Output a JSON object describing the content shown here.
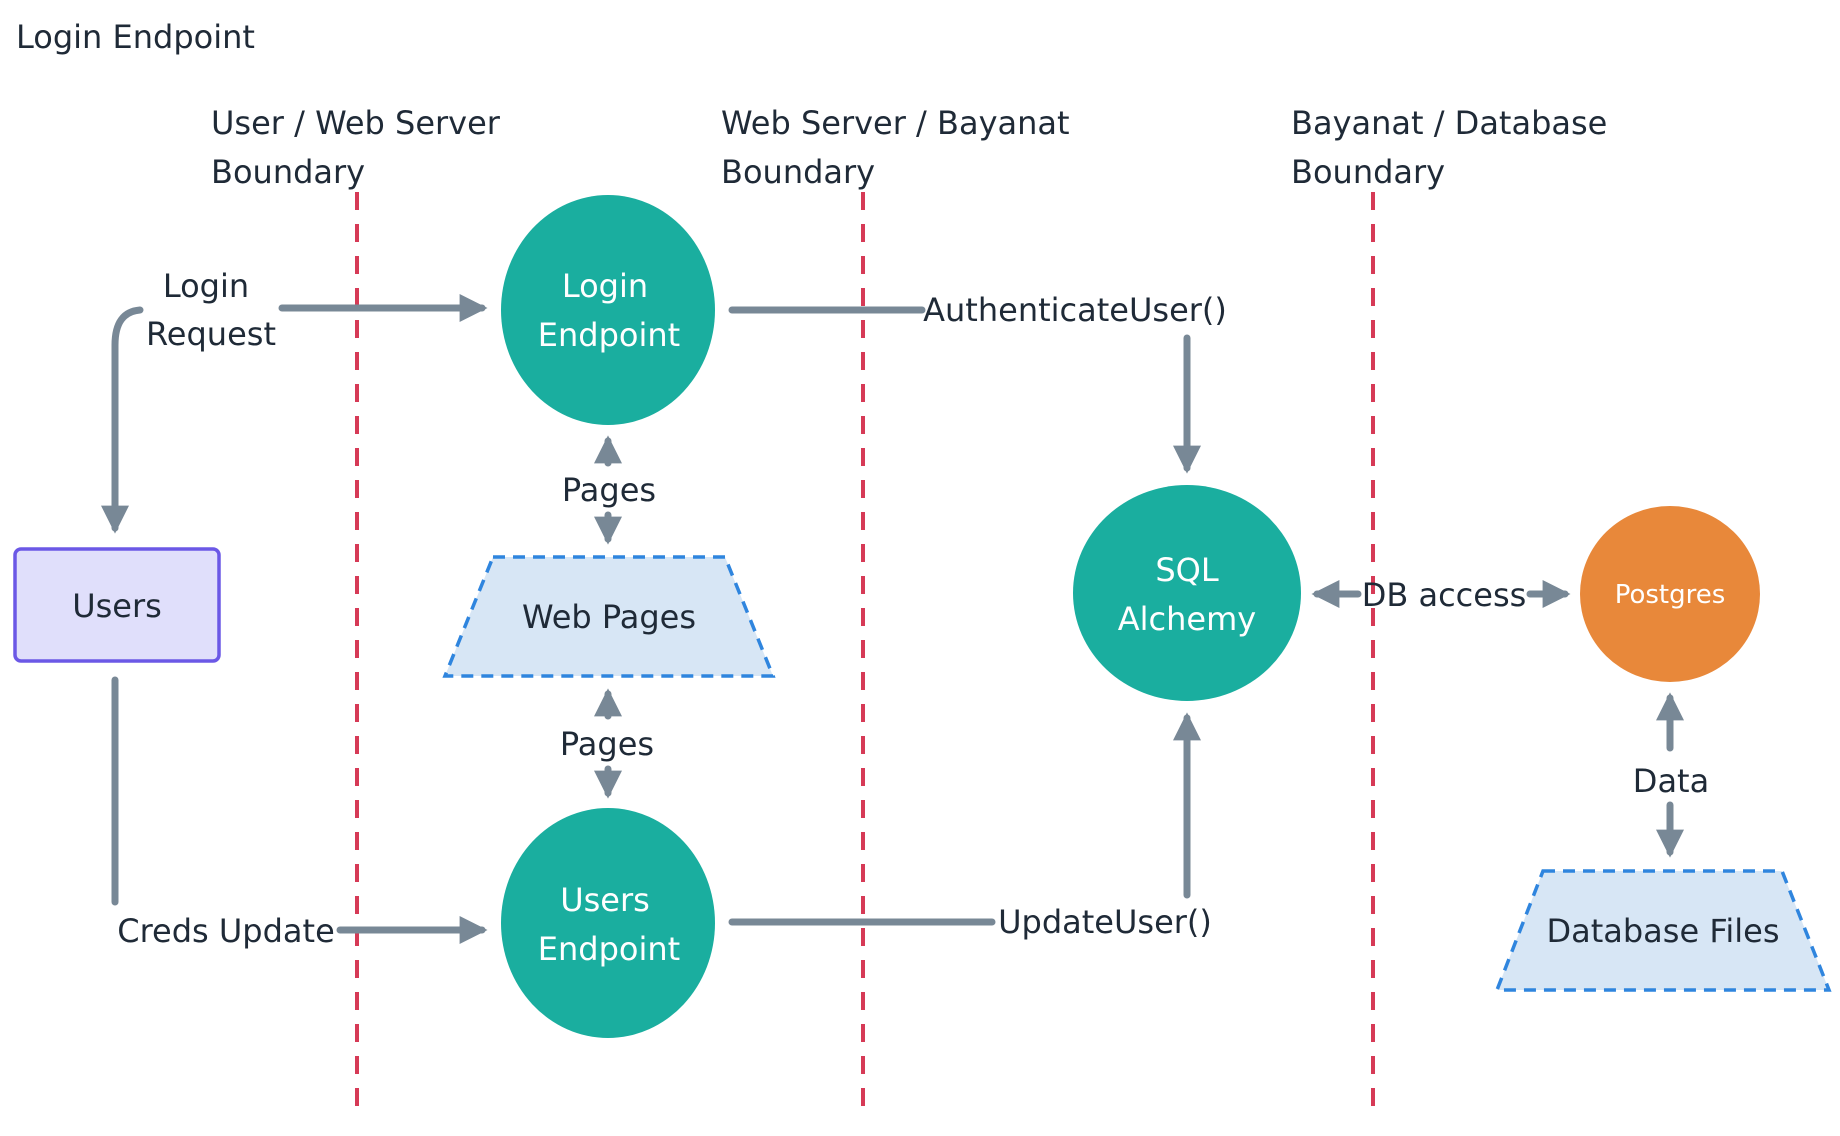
{
  "title": "Login Endpoint",
  "boundaries": [
    {
      "line1": "User / Web Server",
      "line2": "Boundary"
    },
    {
      "line1": "Web Server / Bayanat",
      "line2": "Boundary"
    },
    {
      "line1": "Bayanat / Database",
      "line2": "Boundary"
    }
  ],
  "nodes": {
    "users": {
      "label": "Users"
    },
    "login_endpoint": {
      "line1": "Login",
      "line2": "Endpoint"
    },
    "web_pages": {
      "label": "Web Pages"
    },
    "users_endpoint": {
      "line1": "Users",
      "line2": "Endpoint"
    },
    "sql_alchemy": {
      "line1": "SQL",
      "line2": "Alchemy"
    },
    "postgres": {
      "label": "Postgres"
    },
    "database_files": {
      "label": "Database Files"
    }
  },
  "edges": {
    "login_request": {
      "line1": "Login",
      "line2": "Request"
    },
    "pages_top": "Pages",
    "pages_bottom": "Pages",
    "creds_update": "Creds Update",
    "authenticate_user": "AuthenticateUser()",
    "update_user": "UpdateUser()",
    "db_access": "DB access",
    "data": "Data"
  },
  "colors": {
    "process_circle": "#1aae9f",
    "postgres_circle": "#e8883a",
    "users_box_fill": "#e0dffb",
    "users_box_border": "#6b58e6",
    "store_fill": "#d7e6f5",
    "store_border": "#2f85de",
    "boundary_line": "#d63a56",
    "arrow": "#788896",
    "text": "#1f2a37"
  }
}
